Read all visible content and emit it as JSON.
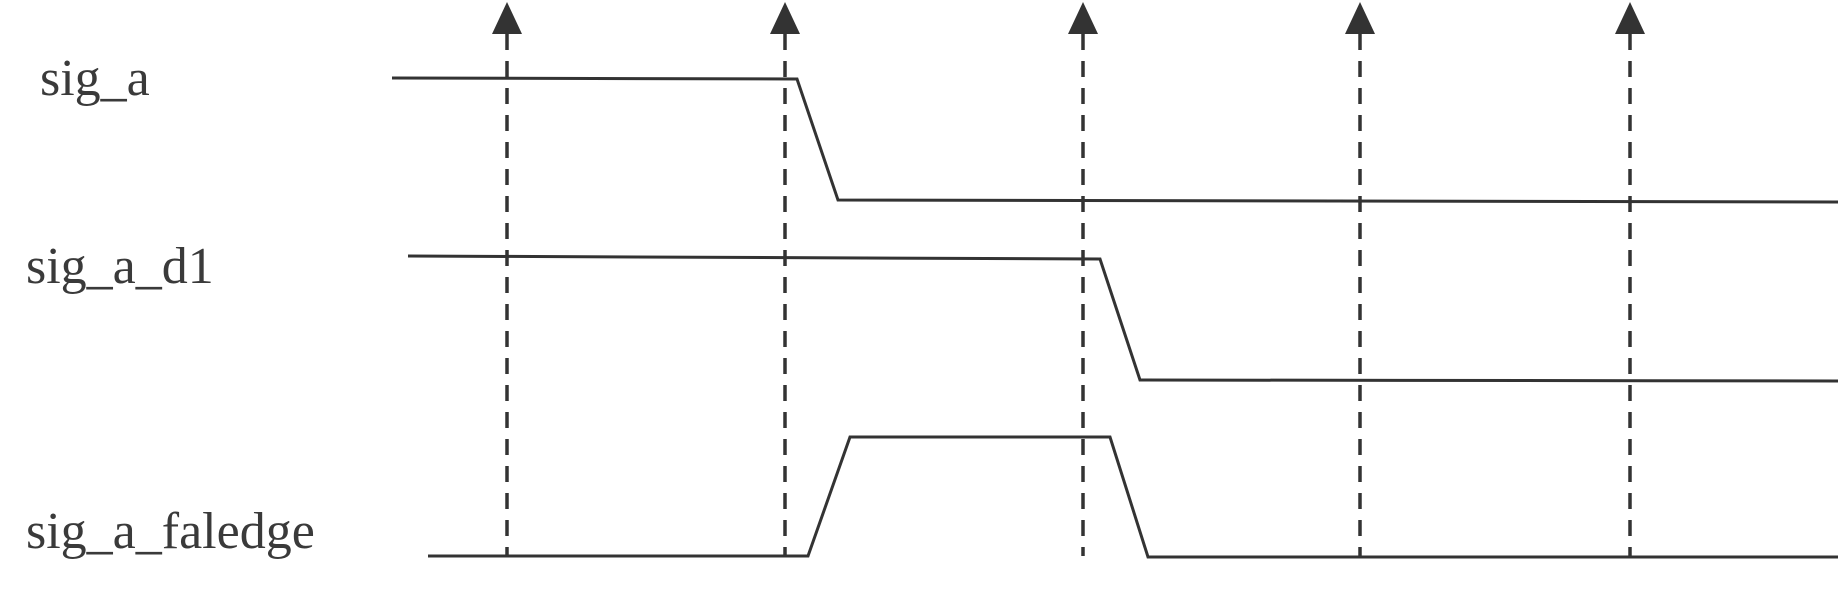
{
  "signals": [
    {
      "name": "sig_a",
      "levels": [
        1,
        0,
        0,
        0,
        0,
        0
      ]
    },
    {
      "name": "sig_a_d1",
      "levels": [
        1,
        1,
        0,
        0,
        0,
        0
      ]
    },
    {
      "name": "sig_a_faledge",
      "levels": [
        0,
        1,
        0,
        0,
        0,
        0
      ]
    }
  ],
  "clock_edges": 5,
  "colors": {
    "line": "#333333",
    "label": "#3a3a3a",
    "background": "#ffffff"
  }
}
